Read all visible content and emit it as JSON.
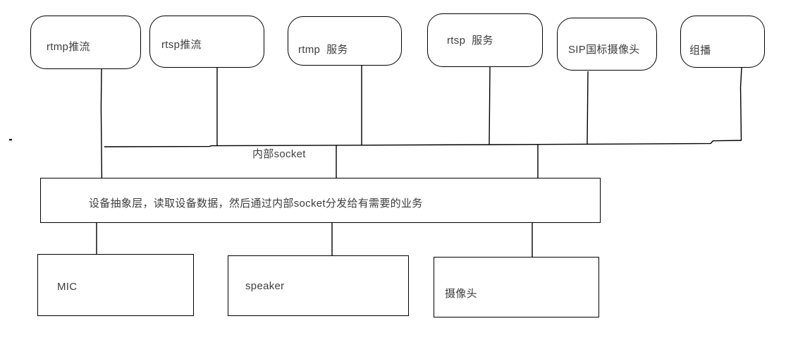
{
  "diagram": {
    "top_nodes": [
      {
        "id": "rtmp-push",
        "label": "rtmp推流"
      },
      {
        "id": "rtsp-push",
        "label": "rtsp推流"
      },
      {
        "id": "rtmp-service",
        "label": "rtmp  服务"
      },
      {
        "id": "rtsp-service",
        "label": "rtsp  服务"
      },
      {
        "id": "sip-camera",
        "label": "SIP国标摄像头"
      },
      {
        "id": "multicast",
        "label": "组播"
      }
    ],
    "bus_label": "内部socket",
    "middle_node": {
      "id": "device-abstraction-layer",
      "label": "设备抽象层，读取设备数据，然后通过内部socket分发给有需要的业务"
    },
    "bottom_nodes": [
      {
        "id": "mic",
        "label": "MIC"
      },
      {
        "id": "speaker",
        "label": "speaker"
      },
      {
        "id": "camera",
        "label": "摄像头"
      }
    ],
    "colors": {
      "line": "#000000",
      "text": "#3d3d3d",
      "background": "#ffffff"
    }
  }
}
